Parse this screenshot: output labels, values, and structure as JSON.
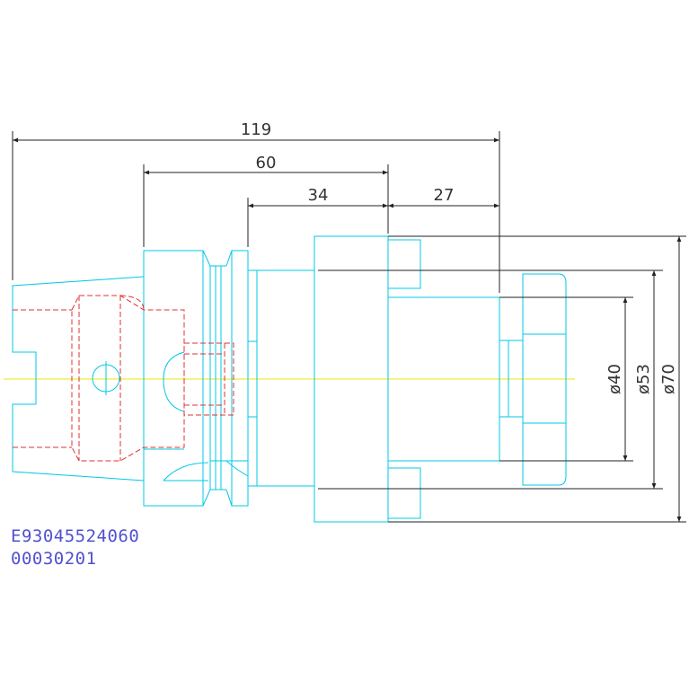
{
  "dimensions": {
    "overall_length": "119",
    "length_60": "60",
    "length_34": "34",
    "length_27": "27",
    "dia_40": "ø40",
    "dia_53": "ø53",
    "dia_70": "ø70"
  },
  "part_numbers": {
    "line1": "E93045524060",
    "line2": "00030201"
  },
  "colors": {
    "outline": "#00c8e6",
    "hidden": "#e03030",
    "centerline": "#e8e800",
    "dimension": "#222222",
    "part_number": "#5050d0"
  }
}
